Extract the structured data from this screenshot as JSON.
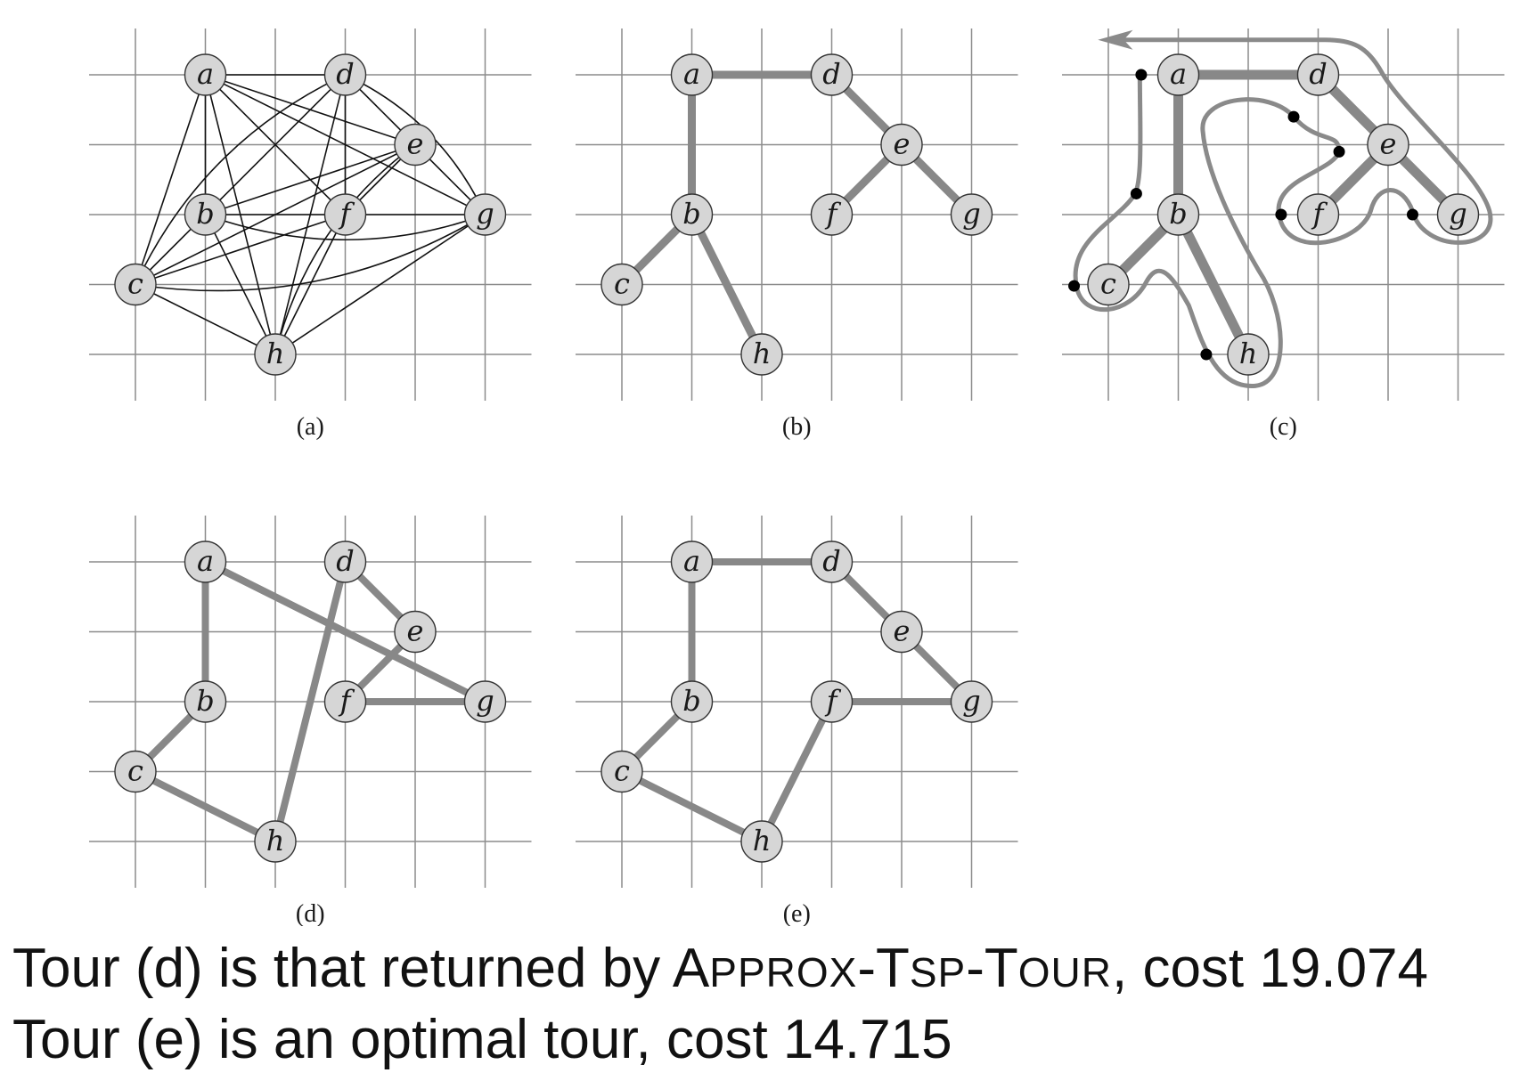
{
  "panels": [
    {
      "id": "a",
      "caption": "(a)",
      "content": "complete-graph"
    },
    {
      "id": "b",
      "caption": "(b)",
      "content": "mst"
    },
    {
      "id": "c",
      "caption": "(c)",
      "content": "walk"
    },
    {
      "id": "d",
      "caption": "(d)",
      "content": "approx-tour"
    },
    {
      "id": "e",
      "caption": "(e)",
      "content": "optimal-tour"
    }
  ],
  "vertices": [
    {
      "id": "a",
      "label": "a",
      "x": 1,
      "y": 4
    },
    {
      "id": "b",
      "label": "b",
      "x": 1,
      "y": 2
    },
    {
      "id": "c",
      "label": "c",
      "x": 0,
      "y": 1
    },
    {
      "id": "d",
      "label": "d",
      "x": 3,
      "y": 4
    },
    {
      "id": "e",
      "label": "e",
      "x": 4,
      "y": 3
    },
    {
      "id": "f",
      "label": "f",
      "x": 3,
      "y": 2
    },
    {
      "id": "g",
      "label": "g",
      "x": 5,
      "y": 2
    },
    {
      "id": "h",
      "label": "h",
      "x": 2,
      "y": 0
    }
  ],
  "mst_edges": [
    [
      "a",
      "d"
    ],
    [
      "a",
      "b"
    ],
    [
      "d",
      "e"
    ],
    [
      "e",
      "f"
    ],
    [
      "e",
      "g"
    ],
    [
      "b",
      "c"
    ],
    [
      "b",
      "h"
    ]
  ],
  "approx_tour": [
    "a",
    "b",
    "c",
    "h",
    "d",
    "e",
    "f",
    "g",
    "a"
  ],
  "optimal_tour": [
    "a",
    "d",
    "e",
    "g",
    "f",
    "h",
    "c",
    "b",
    "a"
  ],
  "caption": {
    "line1_prefix": "Tour (d) is that returned by ",
    "line1_algorithm": "APPROX-TSP-TOUR",
    "line1_suffix": ", cost 19.074",
    "line2": "Tour (e) is an optimal tour, cost 14.715"
  },
  "colors": {
    "grid": "#8c8c8c",
    "node_fill": "#d6d6d6",
    "tree_edge": "#888888",
    "graph_edge": "#111111"
  }
}
